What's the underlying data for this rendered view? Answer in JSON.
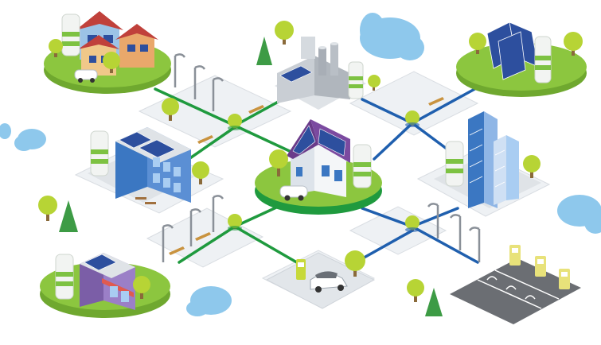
{
  "illustration": {
    "colors": {
      "background": "#ffffff",
      "green_line": "#1f9a3e",
      "blue_line": "#1f5fae",
      "grass": "#8cc63f",
      "grass_dark": "#6fa82f",
      "cloud": "#8ec8ec",
      "tile": "#e9edf1",
      "asphalt": "#6b6e73",
      "solar": "#2d4f9e",
      "battery": "#7dc242"
    },
    "hubs": [
      {
        "name": "houses-hub",
        "icons": [
          "house-icon",
          "battery-icon",
          "car-icon",
          "tree-icon",
          "street-lamp-icon"
        ]
      },
      {
        "name": "solar-farm-hub",
        "icons": [
          "solar-panel-icon",
          "battery-icon",
          "tree-icon"
        ]
      },
      {
        "name": "office-hub",
        "icons": [
          "office-building-icon",
          "solar-panel-icon",
          "battery-icon",
          "bench-icon"
        ]
      },
      {
        "name": "central-home-hub",
        "icons": [
          "house-icon",
          "solar-panel-icon",
          "battery-icon",
          "car-icon"
        ]
      },
      {
        "name": "industrial-hub",
        "icons": [
          "factory-icon",
          "solar-panel-icon",
          "battery-icon"
        ]
      },
      {
        "name": "skyscraper-hub",
        "icons": [
          "skyscraper-icon",
          "battery-icon",
          "tree-icon"
        ]
      },
      {
        "name": "shop-hub",
        "icons": [
          "shop-icon",
          "solar-panel-icon",
          "battery-icon"
        ]
      },
      {
        "name": "ev-charging-hub",
        "icons": [
          "ev-charger-icon",
          "car-icon"
        ]
      },
      {
        "name": "parking-hub",
        "icons": [
          "ev-charger-icon",
          "parking-icon"
        ]
      }
    ],
    "decor": [
      "cloud-icon",
      "tree-icon",
      "street-lamp-icon",
      "bench-icon"
    ]
  }
}
